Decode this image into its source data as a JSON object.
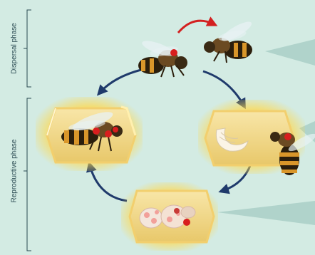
{
  "phases": {
    "dispersal": "Dispersal phase",
    "reproductive": "Reproductive phase"
  },
  "stages": [
    {
      "name": "adult-bee-with-mites"
    },
    {
      "name": "mite-transfer-to-new-bee"
    },
    {
      "name": "cell-with-larva-and-mite"
    },
    {
      "name": "cell-with-pupa-and-mite-offspring"
    },
    {
      "name": "cell-with-emerging-bee-and-mites"
    }
  ],
  "colors": {
    "background": "#d3ebe3",
    "cycle_arrow": "#1f3a6b",
    "transfer_arrow": "#d32020",
    "mite": "#d81e1e",
    "cell_glow": "#ffd84a",
    "cell_wall": "#f2cf6e",
    "bee_stripe_dark": "#2b1e0c",
    "bee_stripe_light": "#d9962a",
    "callout": "#a9cfc7"
  },
  "icons": {
    "cycle_arrow": "circular-arrow-icon",
    "transfer_arrow": "red-curved-arrow-icon",
    "mite": "varroa-mite-icon",
    "bee": "honeybee-icon",
    "larva": "larva-icon",
    "pupa": "pupa-icon"
  }
}
